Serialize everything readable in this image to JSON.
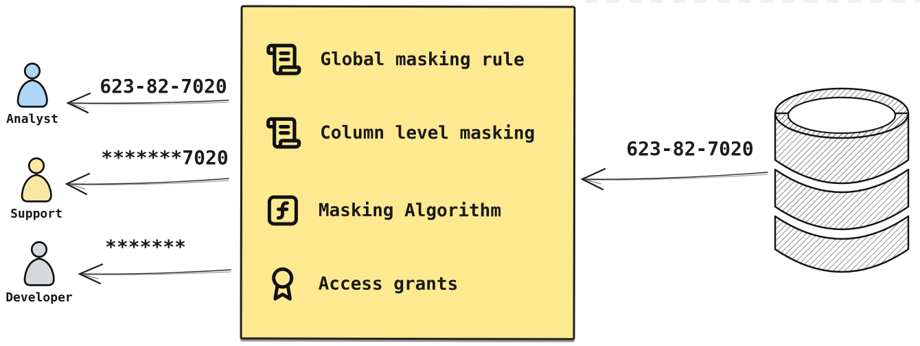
{
  "personas": [
    {
      "label": "Analyst",
      "received_value": "623-82-7020",
      "fill": "#aed7f7"
    },
    {
      "label": "Support",
      "received_value": "*******7020",
      "fill": "#f9e7a3"
    },
    {
      "label": "Developer",
      "received_value": "*******",
      "fill": "#d5d8dc"
    }
  ],
  "masking_box": {
    "fill": "#fde98f",
    "border_color": "#202020",
    "items": [
      {
        "icon": "scroll-text-icon",
        "label": "Global masking rule"
      },
      {
        "icon": "scroll-text-icon",
        "label": "Column level masking"
      },
      {
        "icon": "function-square-icon",
        "label": "Masking Algorithm"
      },
      {
        "icon": "award-icon",
        "label": "Access grants"
      }
    ]
  },
  "database": {
    "icon": "database-icon",
    "output_value": "623-82-7020"
  },
  "ink_color": "#1c1c1c"
}
